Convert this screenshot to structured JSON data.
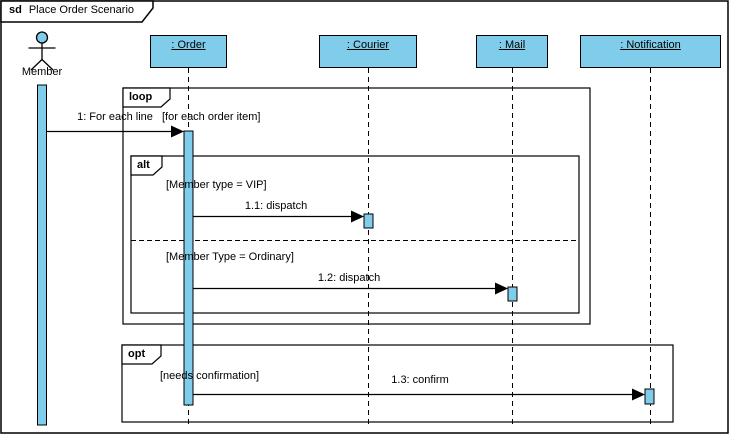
{
  "diagram": {
    "frame_keyword": "sd",
    "frame_title": "Place Order Scenario"
  },
  "actor": {
    "label": "Member"
  },
  "lifelines": [
    {
      "label": ": Order"
    },
    {
      "label": ": Courier"
    },
    {
      "label": ": Mail"
    },
    {
      "label": ": Notification"
    }
  ],
  "fragments": {
    "loop": {
      "operator": "loop",
      "guard": "[for each order item]"
    },
    "alt": {
      "operator": "alt",
      "guard_vip": "[Member type = VIP]",
      "guard_ordinary": "[Member Type = Ordinary]"
    },
    "opt": {
      "operator": "opt",
      "guard": "[needs confirmation]"
    }
  },
  "messages": {
    "m1": "1: For each line",
    "m1_1": "1.1: dispatch",
    "m1_2": "1.2: dispatch",
    "m1_3": "1.3: confirm"
  },
  "colors": {
    "element_fill": "#7FCDEB",
    "line": "#000000",
    "background": "#FFFFFF"
  }
}
